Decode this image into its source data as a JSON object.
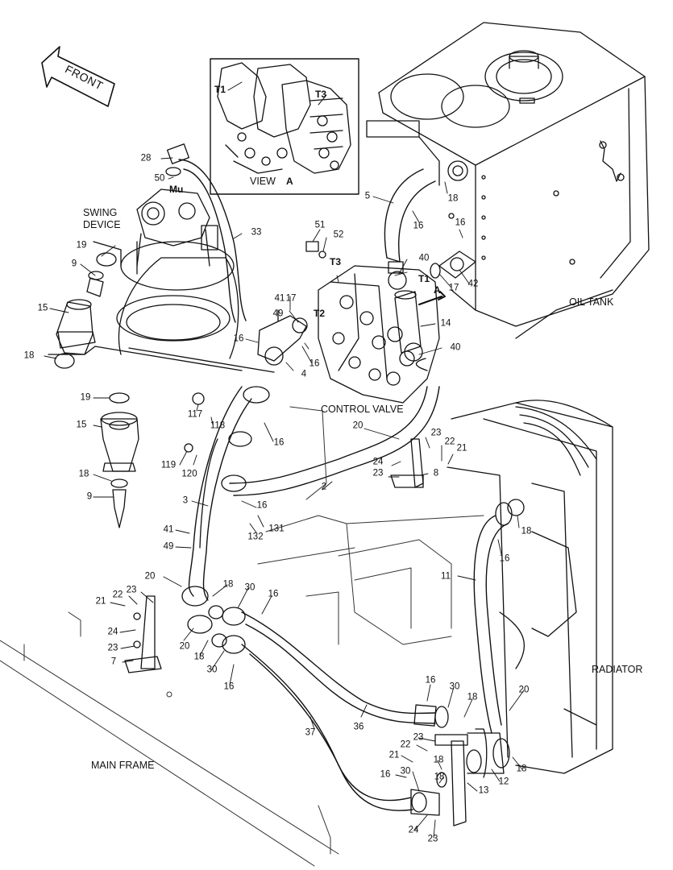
{
  "front_label": "FRONT",
  "view_label": "VIEW",
  "view_letter": "A",
  "names": {
    "swing_line1": "SWING",
    "swing_line2": "DEVICE",
    "oil_tank": "OIL TANK",
    "control_valve": "CONTROL VALVE",
    "radiator": "RADIATOR",
    "main_frame": "MAIN FRAME"
  },
  "ports": {
    "mu": "Mu",
    "t1_view": "T1",
    "t3_view": "T3",
    "t3": "T3",
    "t1": "T1",
    "t2": "T2",
    "a_arrow": "A"
  },
  "callouts": {
    "c28": "28",
    "c50": "50",
    "c33": "33",
    "c19a": "19",
    "c9a": "9",
    "c15a": "15",
    "c18a": "18",
    "c5": "5",
    "c18b": "18",
    "c16a": "16",
    "c16b": "16",
    "c17a": "17",
    "c42": "42",
    "c51": "51",
    "c52": "52",
    "c40a": "40",
    "c14": "14",
    "c40b": "40",
    "c41a": "41",
    "c17b": "17",
    "c49a": "49",
    "c16c": "16",
    "c4": "4",
    "c16d": "16",
    "c19b": "19",
    "c117": "117",
    "c118": "118",
    "c16e": "16",
    "c15b": "15",
    "c119": "119",
    "c120": "120",
    "c18c": "18",
    "c9b": "9",
    "c20a": "20",
    "c23a": "23",
    "c22a": "22",
    "c21a": "21",
    "c24a": "24",
    "c23b": "23",
    "c8": "8",
    "c2": "2",
    "c3": "3",
    "c16f": "16",
    "c131": "131",
    "c132": "132",
    "c41b": "41",
    "c49b": "49",
    "c18d": "18",
    "c16g": "16",
    "c11": "11",
    "c20b": "20",
    "c23c": "23",
    "c22b": "22",
    "c21b": "21",
    "c18e": "18",
    "c30a": "30",
    "c16h": "16",
    "c24b": "24",
    "c23d": "23",
    "c7": "7",
    "c20c": "20",
    "c18f": "18",
    "c30b": "30",
    "c16i": "16",
    "c16j": "16",
    "c30c": "30",
    "c18g": "18",
    "c20d": "20",
    "c37": "37",
    "c36": "36",
    "c23e": "23",
    "c22c": "22",
    "c21c": "21",
    "c18h": "18",
    "c16k": "16",
    "c30d": "30",
    "c18i": "18",
    "c13": "13",
    "c12": "12",
    "c18j": "18",
    "c24c": "24",
    "c23f": "23"
  }
}
